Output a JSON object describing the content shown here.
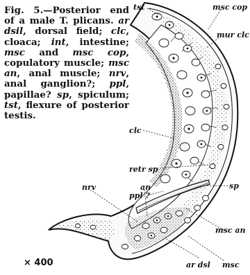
{
  "figure": {
    "caption_parts": [
      {
        "t": "Fig. 5.—Posterior end of a male T. plicans. ",
        "i": false
      },
      {
        "t": "ar dsil",
        "i": true
      },
      {
        "t": ", dorsal field; ",
        "i": false
      },
      {
        "t": "clc",
        "i": true
      },
      {
        "t": ", cloaca; ",
        "i": false
      },
      {
        "t": "int",
        "i": true
      },
      {
        "t": ", intestine; ",
        "i": false
      },
      {
        "t": "msc",
        "i": true
      },
      {
        "t": " and ",
        "i": false
      },
      {
        "t": "msc cop",
        "i": true
      },
      {
        "t": ", copulatory muscle; ",
        "i": false
      },
      {
        "t": "msc an",
        "i": true
      },
      {
        "t": ", anal muscle; ",
        "i": false
      },
      {
        "t": "nrv",
        "i": true
      },
      {
        "t": ", anal ganglion?; ",
        "i": false
      },
      {
        "t": "ppl",
        "i": true
      },
      {
        "t": ", papillae? ",
        "i": false
      },
      {
        "t": "sp",
        "i": true
      },
      {
        "t": ", spiculum; ",
        "i": false
      },
      {
        "t": "tst",
        "i": true
      },
      {
        "t": ", flexure of posterior testis.",
        "i": false
      }
    ],
    "labels": {
      "tst": "tst",
      "msc_cop": "msc cop",
      "mur_clc": "mur clc",
      "clc": "clc",
      "retr_sp": "retr sp",
      "ppl": "ppl ?",
      "sp": "sp",
      "nrv": "nrv",
      "an": "an",
      "msc_an": "msc an",
      "ar_dsl": "ar dsl",
      "msc": "msc"
    },
    "scale": "× 400"
  }
}
